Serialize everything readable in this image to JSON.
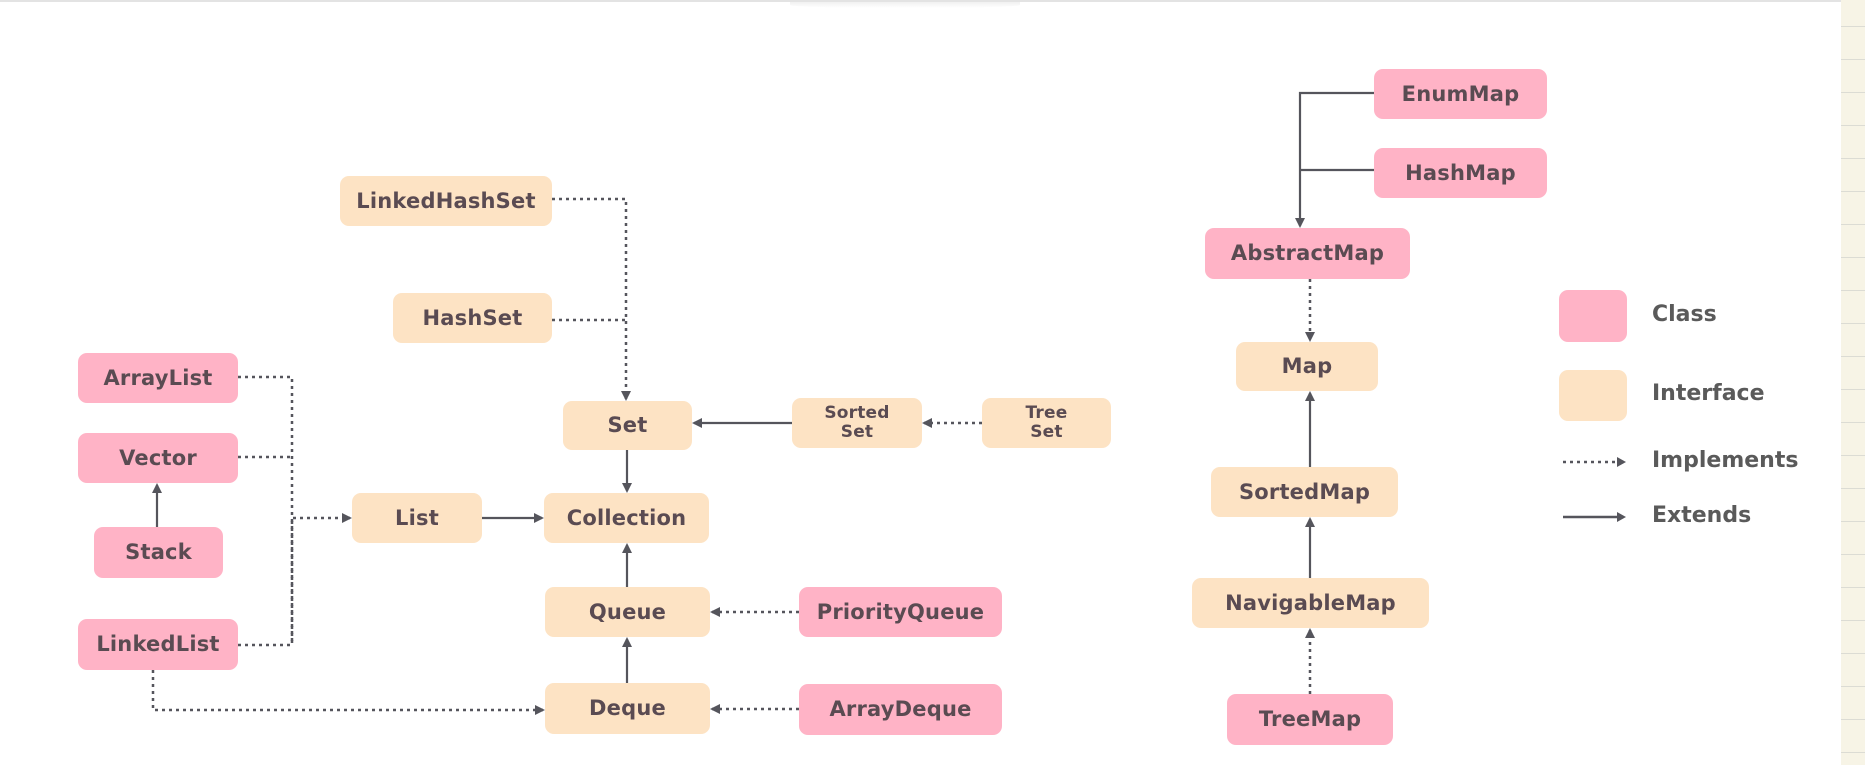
{
  "colors": {
    "class": "#ffb3c6",
    "interface": "#fde3c4",
    "text": "#5a4b52",
    "connector": "#55555c"
  },
  "nodes": [
    {
      "id": "linkedhashset",
      "label": "LinkedHashSet",
      "kind": "interface"
    },
    {
      "id": "hashset",
      "label": "HashSet",
      "kind": "interface"
    },
    {
      "id": "arraylist",
      "label": "ArrayList",
      "kind": "class"
    },
    {
      "id": "vector",
      "label": "Vector",
      "kind": "class"
    },
    {
      "id": "stack",
      "label": "Stack",
      "kind": "class"
    },
    {
      "id": "linkedlist",
      "label": "LinkedList",
      "kind": "class"
    },
    {
      "id": "list",
      "label": "List",
      "kind": "interface"
    },
    {
      "id": "set",
      "label": "Set",
      "kind": "interface"
    },
    {
      "id": "collection",
      "label": "Collection",
      "kind": "interface"
    },
    {
      "id": "queue",
      "label": "Queue",
      "kind": "interface"
    },
    {
      "id": "deque",
      "label": "Deque",
      "kind": "interface"
    },
    {
      "id": "sortedset",
      "label": "Sorted\nSet",
      "kind": "interface"
    },
    {
      "id": "treeset",
      "label": "Tree\nSet",
      "kind": "interface"
    },
    {
      "id": "priorityqueue",
      "label": "PriorityQueue",
      "kind": "class"
    },
    {
      "id": "arraydeque",
      "label": "ArrayDeque",
      "kind": "class"
    },
    {
      "id": "enummap",
      "label": "EnumMap",
      "kind": "class"
    },
    {
      "id": "hashmap",
      "label": "HashMap",
      "kind": "class"
    },
    {
      "id": "abstractmap",
      "label": "AbstractMap",
      "kind": "class"
    },
    {
      "id": "map",
      "label": "Map",
      "kind": "interface"
    },
    {
      "id": "sortedmap",
      "label": "SortedMap",
      "kind": "interface"
    },
    {
      "id": "navigablemap",
      "label": "NavigableMap",
      "kind": "interface"
    },
    {
      "id": "treemap",
      "label": "TreeMap",
      "kind": "class"
    }
  ],
  "edges": [
    {
      "from": "linkedhashset",
      "to": "set",
      "type": "implements"
    },
    {
      "from": "hashset",
      "to": "set",
      "type": "implements"
    },
    {
      "from": "arraylist",
      "to": "list",
      "type": "implements"
    },
    {
      "from": "vector",
      "to": "list",
      "type": "implements"
    },
    {
      "from": "linkedlist",
      "to": "list",
      "type": "implements"
    },
    {
      "from": "stack",
      "to": "vector",
      "type": "extends"
    },
    {
      "from": "linkedlist",
      "to": "deque",
      "type": "implements"
    },
    {
      "from": "list",
      "to": "collection",
      "type": "extends"
    },
    {
      "from": "set",
      "to": "collection",
      "type": "extends"
    },
    {
      "from": "queue",
      "to": "collection",
      "type": "extends"
    },
    {
      "from": "deque",
      "to": "queue",
      "type": "extends"
    },
    {
      "from": "sortedset",
      "to": "set",
      "type": "extends"
    },
    {
      "from": "treeset",
      "to": "sortedset",
      "type": "implements"
    },
    {
      "from": "priorityqueue",
      "to": "queue",
      "type": "implements"
    },
    {
      "from": "arraydeque",
      "to": "deque",
      "type": "implements"
    },
    {
      "from": "enummap",
      "to": "abstractmap",
      "type": "extends"
    },
    {
      "from": "hashmap",
      "to": "abstractmap",
      "type": "extends"
    },
    {
      "from": "abstractmap",
      "to": "map",
      "type": "implements"
    },
    {
      "from": "sortedmap",
      "to": "map",
      "type": "extends"
    },
    {
      "from": "navigablemap",
      "to": "sortedmap",
      "type": "extends"
    },
    {
      "from": "treemap",
      "to": "navigablemap",
      "type": "implements"
    }
  ],
  "legend": {
    "class_label": "Class",
    "interface_label": "Interface",
    "implements_label": "Implements",
    "extends_label": "Extends"
  }
}
